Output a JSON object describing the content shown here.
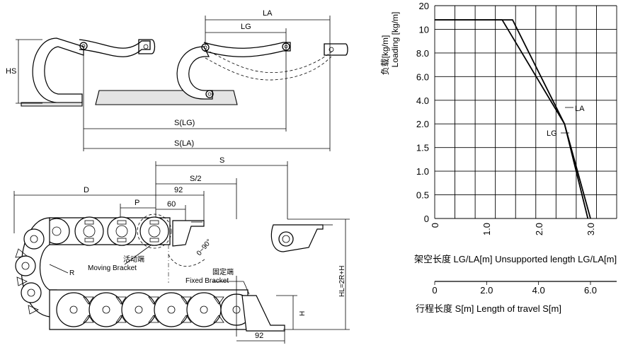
{
  "side_view": {
    "la": "LA",
    "lg": "LG",
    "hs": "HS",
    "s_lg": "S(LG)",
    "s_la": "S(LA)"
  },
  "install_view": {
    "s": "S",
    "s_half": "S/2",
    "d": "D",
    "dim_92_top": "92",
    "p": "P",
    "dim_60": "60",
    "angle": "0~90°",
    "moving_bracket_cn": "活动端",
    "moving_bracket_en": "Moving Bracket",
    "fixed_bracket_cn": "固定端",
    "fixed_bracket_en": "Fixed Bracket",
    "r": "R",
    "hl": "HL=2R+H",
    "h": "H",
    "dim_92_bottom": "92"
  },
  "chart_data": {
    "type": "line",
    "ylabel_cn": "负载[kg/m]",
    "ylabel_en": "Loading [kg/m]",
    "xlabel": "架空长度 LG/LA[m]  Unsupported length LG/LA[m]",
    "x2label": "行程长度 S[m]  Length of travel S[m]",
    "x_ticks": [
      "0",
      "1.0",
      "2.0",
      "3.0"
    ],
    "x2_ticks": [
      "0",
      "2.0",
      "4.0",
      "6.0"
    ],
    "y_ticks": [
      "0",
      "0.5",
      "1.0",
      "1.5",
      "2.0",
      "4.0",
      "6.0",
      "8.0",
      "10",
      "20"
    ],
    "xlim": [
      0,
      3.5
    ],
    "x2lim": [
      0,
      7.0
    ],
    "series": [
      {
        "name": "LA",
        "x": [
          0,
          1.5,
          2.5,
          3.0
        ],
        "y": [
          14,
          14,
          2.0,
          0
        ]
      },
      {
        "name": "LG",
        "x": [
          0,
          1.3,
          2.5,
          2.95
        ],
        "y": [
          14,
          14,
          2.0,
          0
        ]
      }
    ],
    "grid": true
  }
}
